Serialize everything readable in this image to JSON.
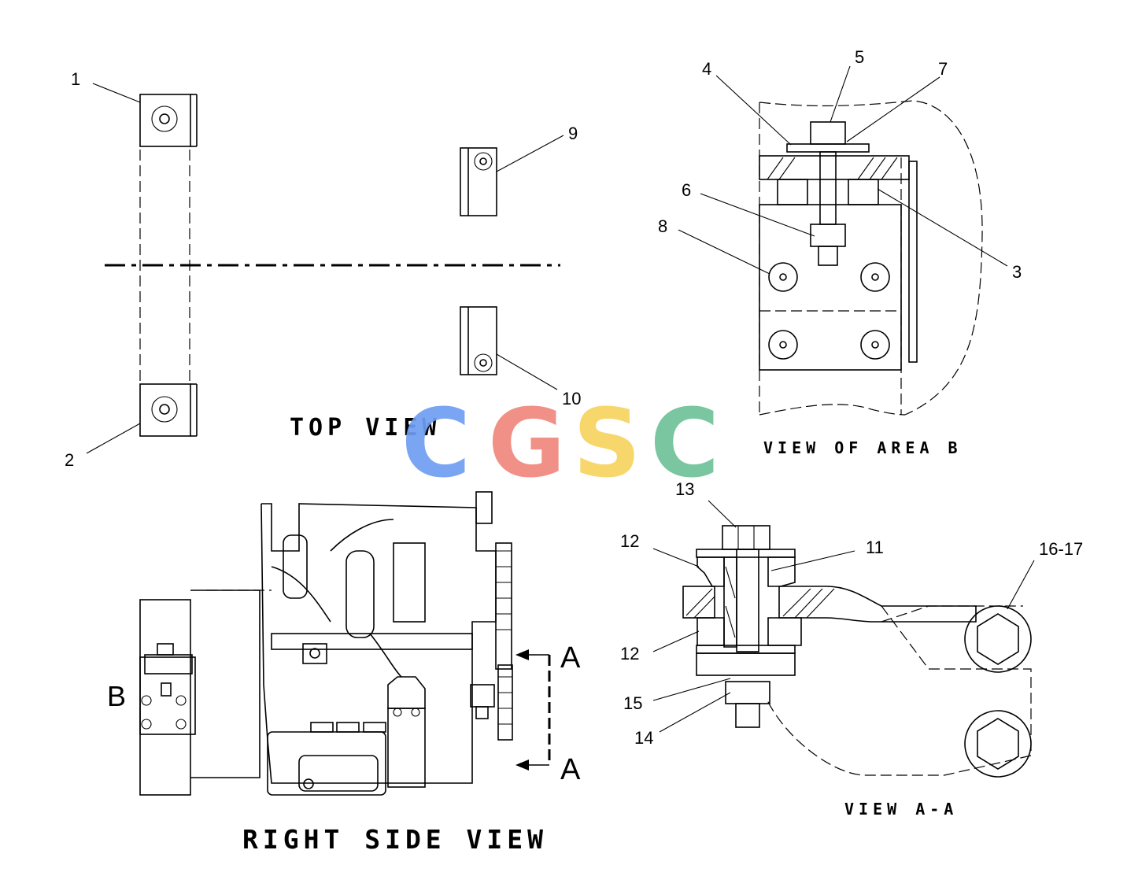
{
  "views": {
    "top": "TOP VIEW",
    "area_b": "VIEW OF AREA B",
    "right_side": "RIGHT SIDE VIEW",
    "a_a": "VIEW A-A"
  },
  "markers": {
    "a_top": "A",
    "a_bottom": "A",
    "b": "B"
  },
  "callouts": {
    "c1": "1",
    "c2": "2",
    "c3": "3",
    "c4": "4",
    "c5": "5",
    "c6": "6",
    "c7": "7",
    "c8": "8",
    "c9": "9",
    "c10": "10",
    "c11": "11",
    "c12a": "12",
    "c12b": "12",
    "c13": "13",
    "c14": "14",
    "c15": "15",
    "c16_17": "16-17"
  },
  "watermark": {
    "letters": [
      "C",
      "G",
      "S",
      "C"
    ],
    "colors": [
      "#6f9ef3",
      "#f0877d",
      "#f7d460",
      "#6ec29a"
    ]
  }
}
